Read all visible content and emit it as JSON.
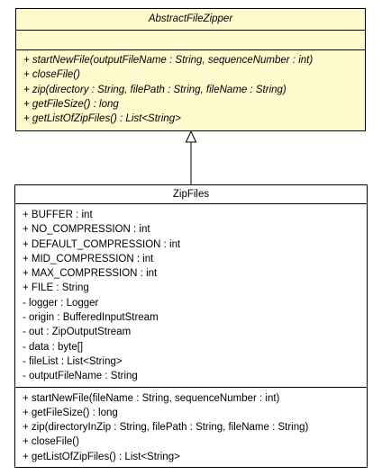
{
  "abstract_class": {
    "name": "AbstractFileZipper",
    "attributes": [],
    "operations": [
      "+ startNewFile(outputFileName : String, sequenceNumber : int)",
      "+ closeFile()",
      "+ zip(directory : String, filePath : String, fileName : String)",
      "+ getFileSize() : long",
      "+ getListOfZipFiles() : List<String>"
    ]
  },
  "concrete_class": {
    "name": "ZipFiles",
    "attributes": [
      "+ BUFFER : int",
      "+ NO_COMPRESSION : int",
      "+ DEFAULT_COMPRESSION : int",
      "+ MID_COMPRESSION : int",
      "+ MAX_COMPRESSION : int",
      "+ FILE : String",
      "- logger : Logger",
      "- origin : BufferedInputStream",
      "- out : ZipOutputStream",
      "- data : byte[]",
      "- fileList : List<String>",
      "- outputFileName : String"
    ],
    "operations": [
      "+ startNewFile(fileName : String, sequenceNumber : int)",
      "+ getFileSize() : long",
      "+ zip(directoryInZip : String, filePath : String, fileName : String)",
      "+ closeFile()",
      "+ getListOfZipFiles() : List<String>"
    ]
  },
  "relationship": {
    "type": "generalization"
  },
  "colors": {
    "abstract_fill": "#fffacd",
    "concrete_fill": "#ffffff",
    "line": "#000000"
  }
}
